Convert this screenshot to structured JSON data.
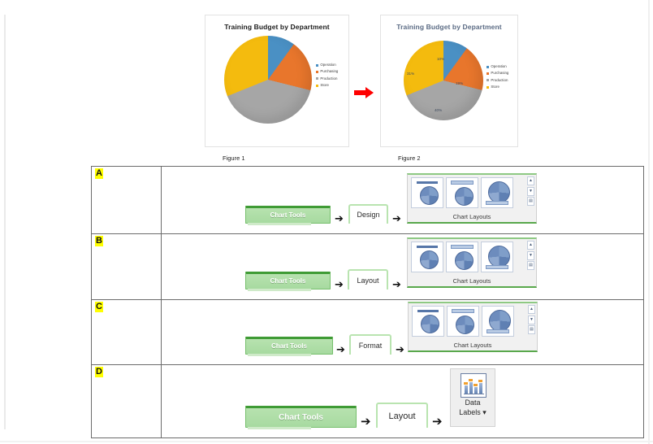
{
  "document": {
    "title_region": "Excel chart question with two pie figures and four answer options"
  },
  "figures": [
    {
      "id": "figure-1",
      "chart_title": "Training Budget by Department",
      "caption": "Figure 1",
      "has_data_labels": false
    },
    {
      "id": "figure-2",
      "chart_title": "Training Budget by Department",
      "caption": "Figure 2",
      "has_data_labels": true
    }
  ],
  "legend_items": [
    {
      "label": "Operation",
      "color": "#4a90c4"
    },
    {
      "label": "Purchasing",
      "color": "#e8762c"
    },
    {
      "label": "Production",
      "color": "#a6a6a6"
    },
    {
      "label": "Store",
      "color": "#f4bb0e"
    }
  ],
  "chart_data": {
    "type": "pie",
    "title": "Training Budget by Department",
    "categories": [
      "Operation",
      "Purchasing",
      "Production",
      "Store"
    ],
    "values": [
      10,
      19,
      40,
      31
    ],
    "labels": [
      "10%",
      "19%",
      "40%",
      "31%"
    ],
    "colors": [
      "#4a90c4",
      "#e8762c",
      "#a6a6a6",
      "#f4bb0e"
    ],
    "legend_position": "right",
    "data_labels_shown_in": "Figure 2",
    "units": "percent"
  },
  "arrow": {
    "between_figures": "red-right-arrow",
    "color": "#fe0000"
  },
  "answers": [
    {
      "letter": "A",
      "steps": [
        {
          "type": "contextual-tab-group",
          "label": "Chart Tools"
        },
        {
          "type": "tab",
          "label": "Design"
        },
        {
          "type": "gallery",
          "label": "Chart Layouts"
        }
      ]
    },
    {
      "letter": "B",
      "steps": [
        {
          "type": "contextual-tab-group",
          "label": "Chart Tools"
        },
        {
          "type": "tab",
          "label": "Layout"
        },
        {
          "type": "gallery",
          "label": "Chart Layouts"
        }
      ]
    },
    {
      "letter": "C",
      "steps": [
        {
          "type": "contextual-tab-group",
          "label": "Chart Tools"
        },
        {
          "type": "tab",
          "label": "Format"
        },
        {
          "type": "gallery",
          "label": "Chart Layouts"
        }
      ]
    },
    {
      "letter": "D",
      "steps": [
        {
          "type": "contextual-tab-group",
          "label": "Chart Tools"
        },
        {
          "type": "tab",
          "label": "Layout"
        },
        {
          "type": "button",
          "label": "Data\nLabels ▾",
          "label_line1": "Data",
          "label_line2": "Labels ▾"
        }
      ]
    }
  ],
  "gallery": {
    "label": "Chart Layouts",
    "scroll_buttons": [
      "▲",
      "▼",
      "▤"
    ]
  },
  "arrow_glyph": "➔"
}
